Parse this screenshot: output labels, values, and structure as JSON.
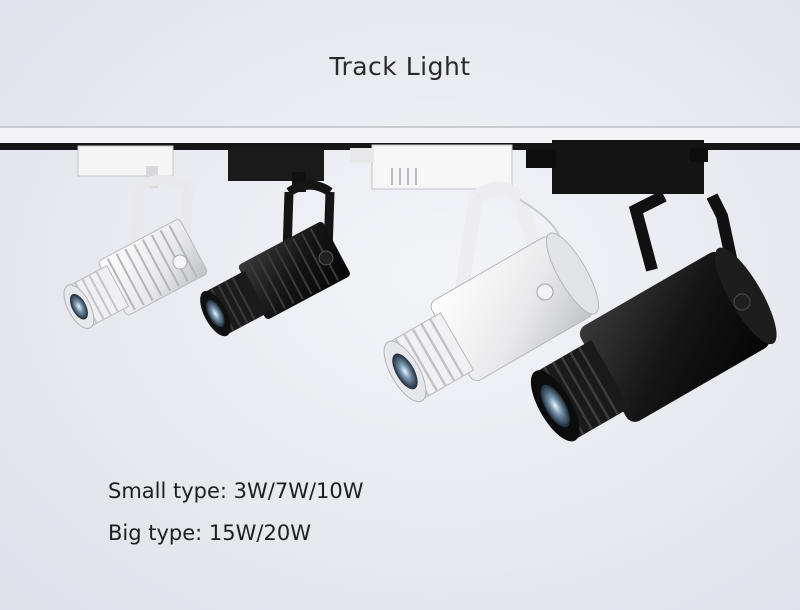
{
  "title": "Track Light",
  "specs": {
    "small": "Small type: 3W/7W/10W",
    "big": "Big type: 15W/20W"
  },
  "colors": {
    "background": "#e6e8ee",
    "rail": "#1a1a1a",
    "white_fixture": "#f2f2f2",
    "black_fixture": "#151515"
  }
}
